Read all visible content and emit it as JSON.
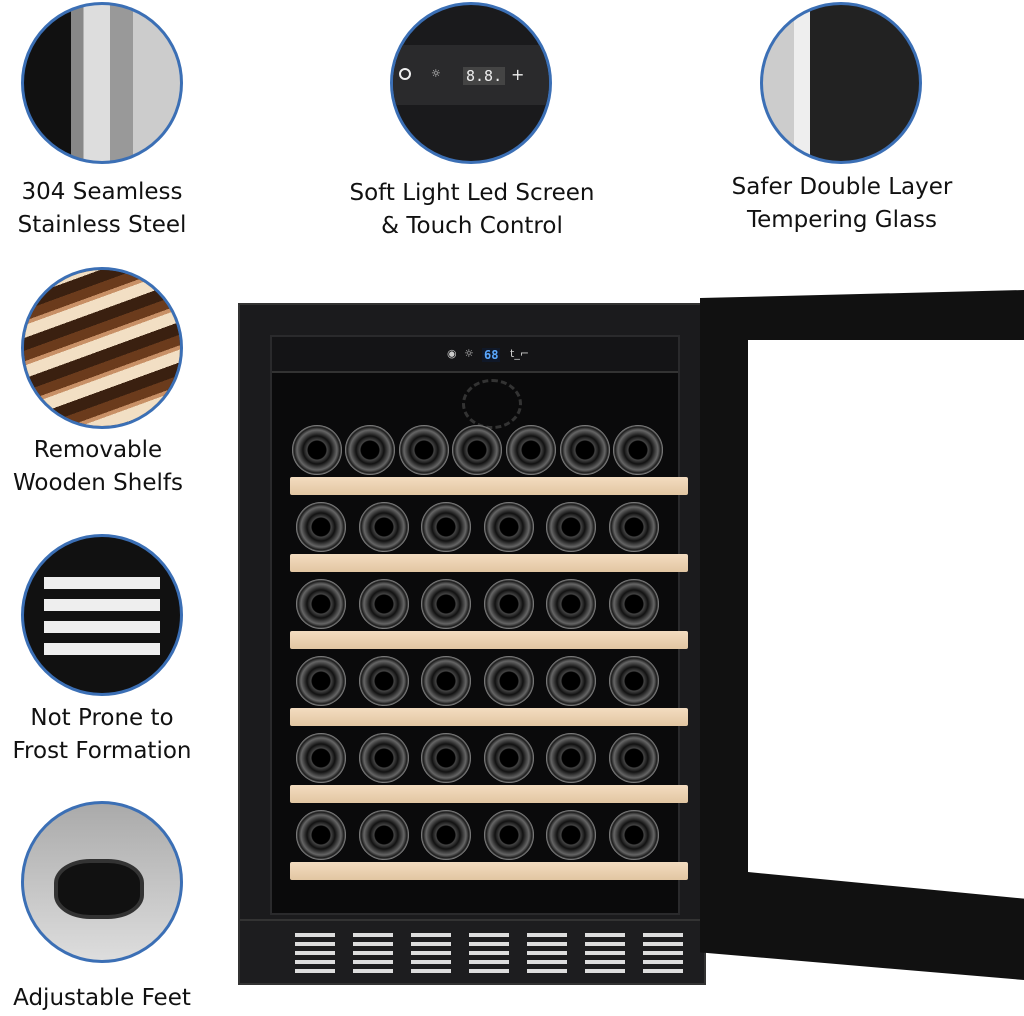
{
  "features": [
    {
      "label_1": "304 Seamless",
      "label_2": "Stainless Steel",
      "icon": "steel-handle-photo"
    },
    {
      "label_1": "Soft Light Led Screen",
      "label_2": "& Touch Control",
      "icon": "control-panel-photo",
      "display": "8.8."
    },
    {
      "label_1": "Safer Double Layer",
      "label_2": "Tempering Glass",
      "icon": "glass-door-photo"
    },
    {
      "label_1": "Removable",
      "label_2": "Wooden Shelfs",
      "icon": "wooden-shelf-photo"
    },
    {
      "label_1": "Not Prone to",
      "label_2": "Frost Formation",
      "icon": "vent-grille-photo"
    },
    {
      "label_1": "Adjustable Feet",
      "label_2": "",
      "icon": "foot-photo"
    }
  ],
  "fridge": {
    "display": "68",
    "bottle_rows": [
      7,
      6,
      6,
      6,
      6,
      6
    ]
  },
  "colors": {
    "accent_ring": "#3b6fb5",
    "shelf": "#f0d8b8",
    "display": "#5aa8ff"
  }
}
